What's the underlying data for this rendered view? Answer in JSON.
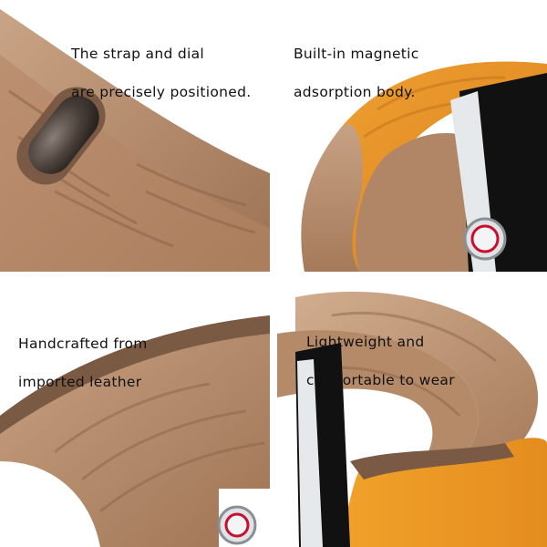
{
  "panels": [
    {
      "id": "strap-dial",
      "caption_lines": [
        "The strap and dial",
        "are precisely positioned."
      ],
      "strap_color": "#b88a66",
      "icon": "magnetic-clasp-closeup"
    },
    {
      "id": "magnetic",
      "caption_lines": [
        "Built-in magnetic",
        "adsorption body."
      ],
      "strap_color": "#e8962a",
      "icon": "orange-band-on-watch"
    },
    {
      "id": "leather",
      "caption_lines": [
        "Handcrafted from",
        "imported leather"
      ],
      "strap_color": "#b88a66",
      "icon": "brown-band-curve"
    },
    {
      "id": "lightweight",
      "caption_lines": [
        "Lightweight and",
        "comfortable to wear"
      ],
      "strap_color": "#b88a66",
      "accent_color": "#f2a22b",
      "icon": "two-tone-band-s-curve"
    }
  ]
}
